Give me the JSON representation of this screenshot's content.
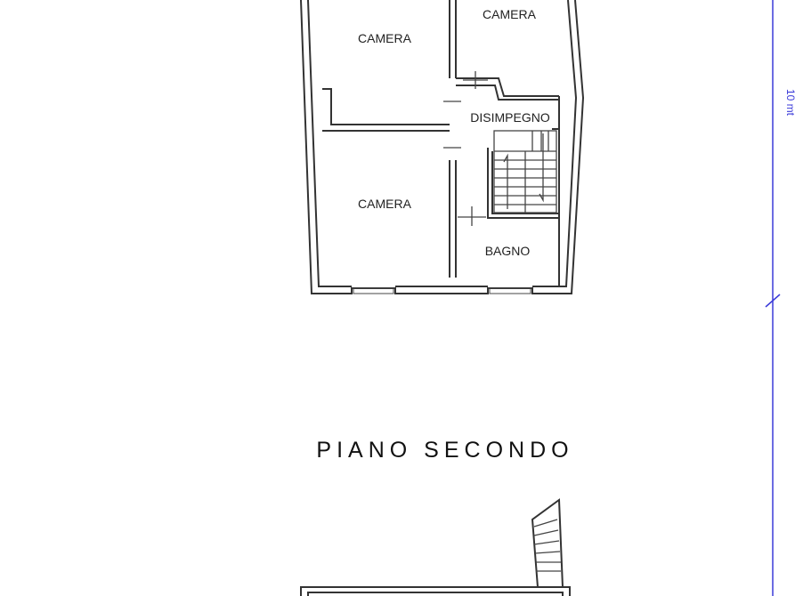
{
  "rooms": {
    "camera_top_left": "CAMERA",
    "camera_top_right": "CAMERA",
    "disimpegno": "DISIMPEGNO",
    "camera_bottom": "CAMERA",
    "bagno": "BAGNO"
  },
  "floor_title": "PIANO SECONDO",
  "dimension_label": "10 mt",
  "colors": {
    "walls": "#333333",
    "dimension_line": "#3b3bd9",
    "background": "#ffffff"
  }
}
